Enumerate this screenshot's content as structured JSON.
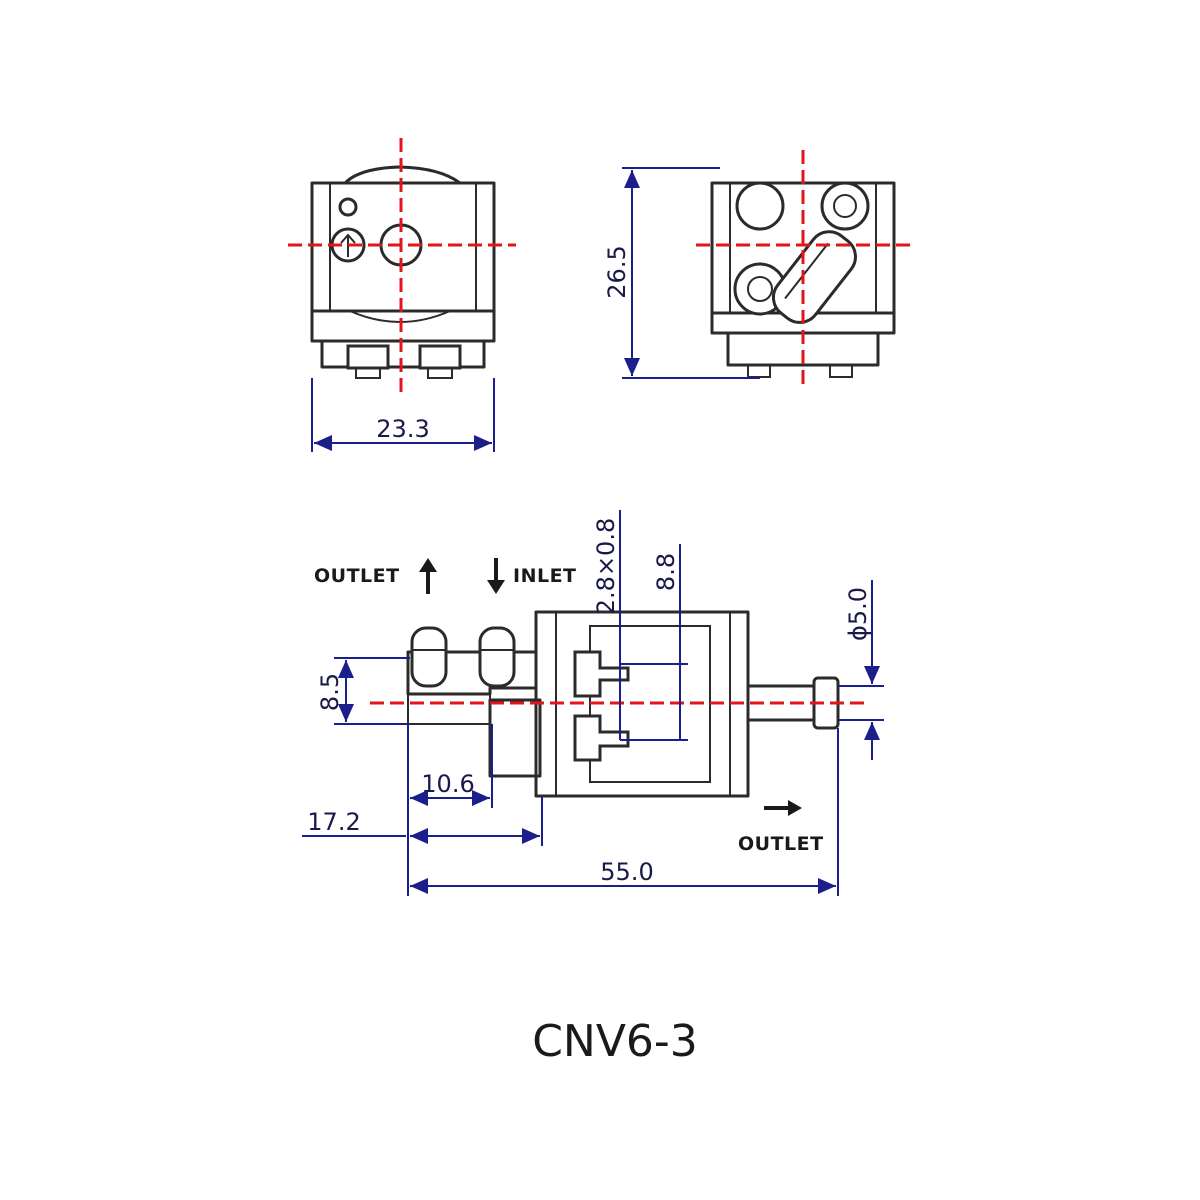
{
  "title": "CNV6-3",
  "dimensions": {
    "front_width": "23.3",
    "side_height": "26.5",
    "pin_pitch_total": "2.8×0.8",
    "pin_spacing": "8.8",
    "outlet_diameter": "ϕ5.0",
    "port_height": "8.5",
    "inlet_offset": "10.6",
    "body_offset": "17.2",
    "overall_length": "55.0"
  },
  "labels": {
    "top_outlet": "OUTLET",
    "inlet": "INLET",
    "side_outlet": "OUTLET"
  },
  "colors": {
    "outline": "#2b2b2b",
    "dimension": "#1a1f8c",
    "centerline": "#e0161b"
  }
}
